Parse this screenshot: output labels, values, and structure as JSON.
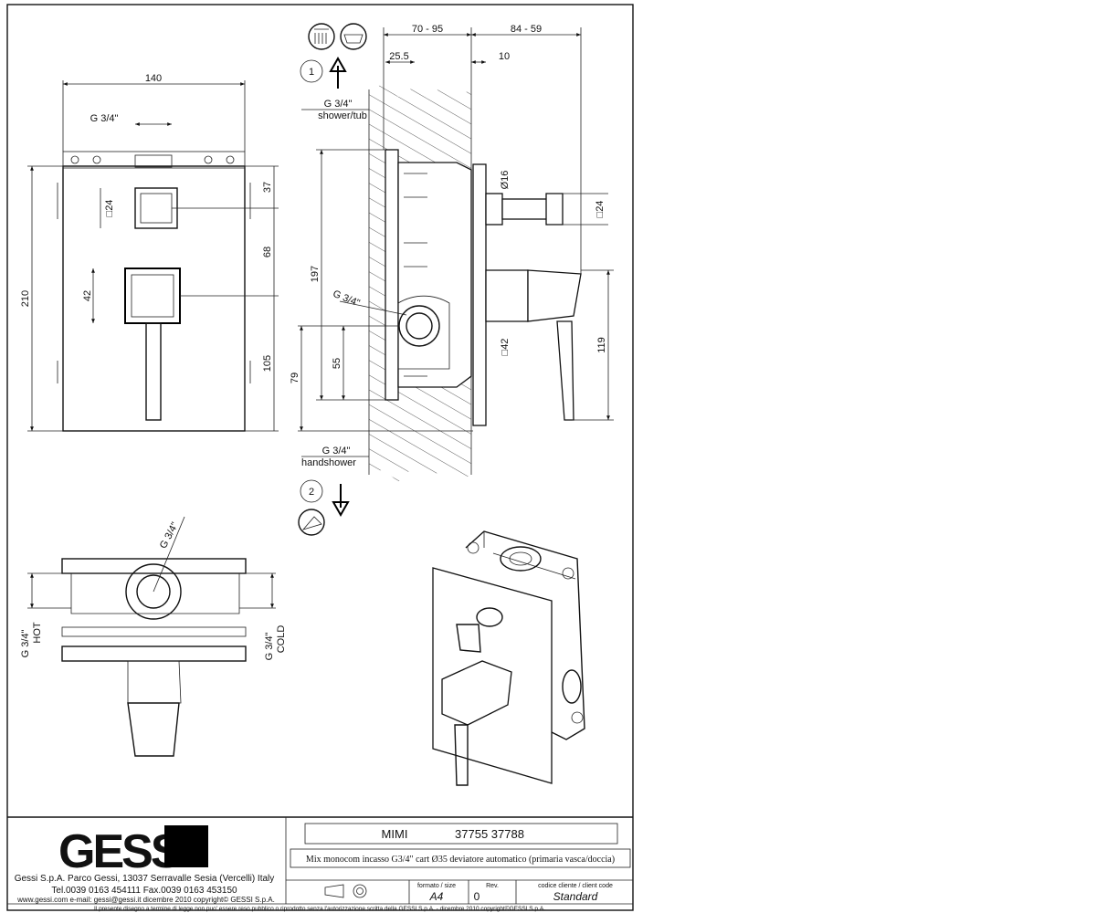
{
  "dimensions": {
    "front_width": "140",
    "front_height": "210",
    "front_inlet": "G 3/4\"",
    "front_top_off": "37",
    "front_mid": "68",
    "front_low": "105",
    "front_sq_small": "□24",
    "front_sq_big": "42",
    "side_7095": "70 - 95",
    "side_8459": "84 - 59",
    "side_255": "25.5",
    "side_10": "10",
    "side_197": "197",
    "side_79": "79",
    "side_55": "55",
    "side_d16": "Ø16",
    "side_sq24": "□24",
    "side_sq42": "□42",
    "side_119": "119",
    "side_g34_shower": "G 3/4\"",
    "label_shower": "shower/tub",
    "side_g34_body": "G 3/4\"",
    "side_g34_hand": "G 3/4\"",
    "label_hand": "handshower",
    "outlet1": "1",
    "outlet2": "2",
    "bottom_g34": "G 3/4\"",
    "hot_g34": "G 3/4\"",
    "hot_label": "HOT",
    "cold_g34": "G 3/4\"",
    "cold_label": "COLD"
  },
  "title_block": {
    "logo": "GESSI",
    "company_line": "Gessi S.p.A. Parco Gessi, 13037 Serravalle Sesia (Vercelli) Italy",
    "phone_line": "Tel.0039 0163 454111 Fax.0039 0163 453150",
    "web_line": "www.gessi.com  e-mail: gessi@gessi.it  dicembre 2010  copyright© GESSI S.p.A.",
    "product_name": "MIMI",
    "product_codes": "37755 37788",
    "description": "Mix monocom incasso G3/4\" cart Ø35 deviatore automatico (primaria vasca/doccia)",
    "format_label": "formato / size",
    "format_value": "A4",
    "rev_label": "Rev.",
    "rev_value": "0",
    "client_label": "codice cliente / client code",
    "client_value": "Standard",
    "copyright_bottom": "Il presente disegno a termine di legge non puo' essere reso pubblico o riprodotto senza l'autorizzazione scritta della GESSI S.p.A. - dicembre 2010 copyright©GESSI S.p.A."
  },
  "icons": [
    "shower-head-icon",
    "bathtub-icon",
    "up-arrow-icon",
    "hand-shower-icon",
    "down-arrow-icon",
    "projection-symbol-icon"
  ]
}
